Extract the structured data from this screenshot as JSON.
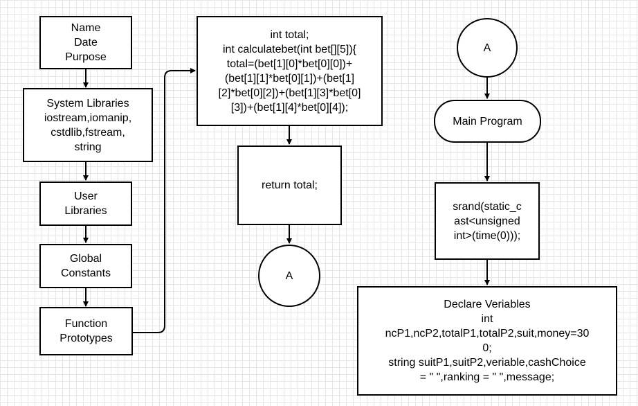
{
  "nodes": {
    "header": "Name\nDate\nPurpose",
    "system_libraries": "System Libraries\niostream,iomanip,\ncstdlib,fstream,\nstring",
    "user_libraries": "User\nLibraries",
    "global_constants": "Global\nConstants",
    "function_prototypes": "Function\nPrototypes",
    "calculatebet_code": "int total;\nint calculatebet(int bet[][5]){\ntotal=(bet[1][0]*bet[0][0])+\n(bet[1][1]*bet[0][1])+(bet[1]\n[2]*bet[0][2])+(bet[1][3]*bet[0]\n[3])+(bet[1][4]*bet[0][4]);",
    "return_total": "return total;",
    "connector_a_bottom": "A",
    "connector_a_top": "A",
    "main_program": "Main Program",
    "srand": "srand(static_c\nast<unsigned\nint>(time(0)));",
    "declare_variables": "Declare Veriables\nint\nncP1,ncP2,totalP1,totalP2,suit,money=30\n0;\nstring suitP1,suitP2,veriable,cashChoice\n= \" \",ranking = \" \",message;"
  }
}
